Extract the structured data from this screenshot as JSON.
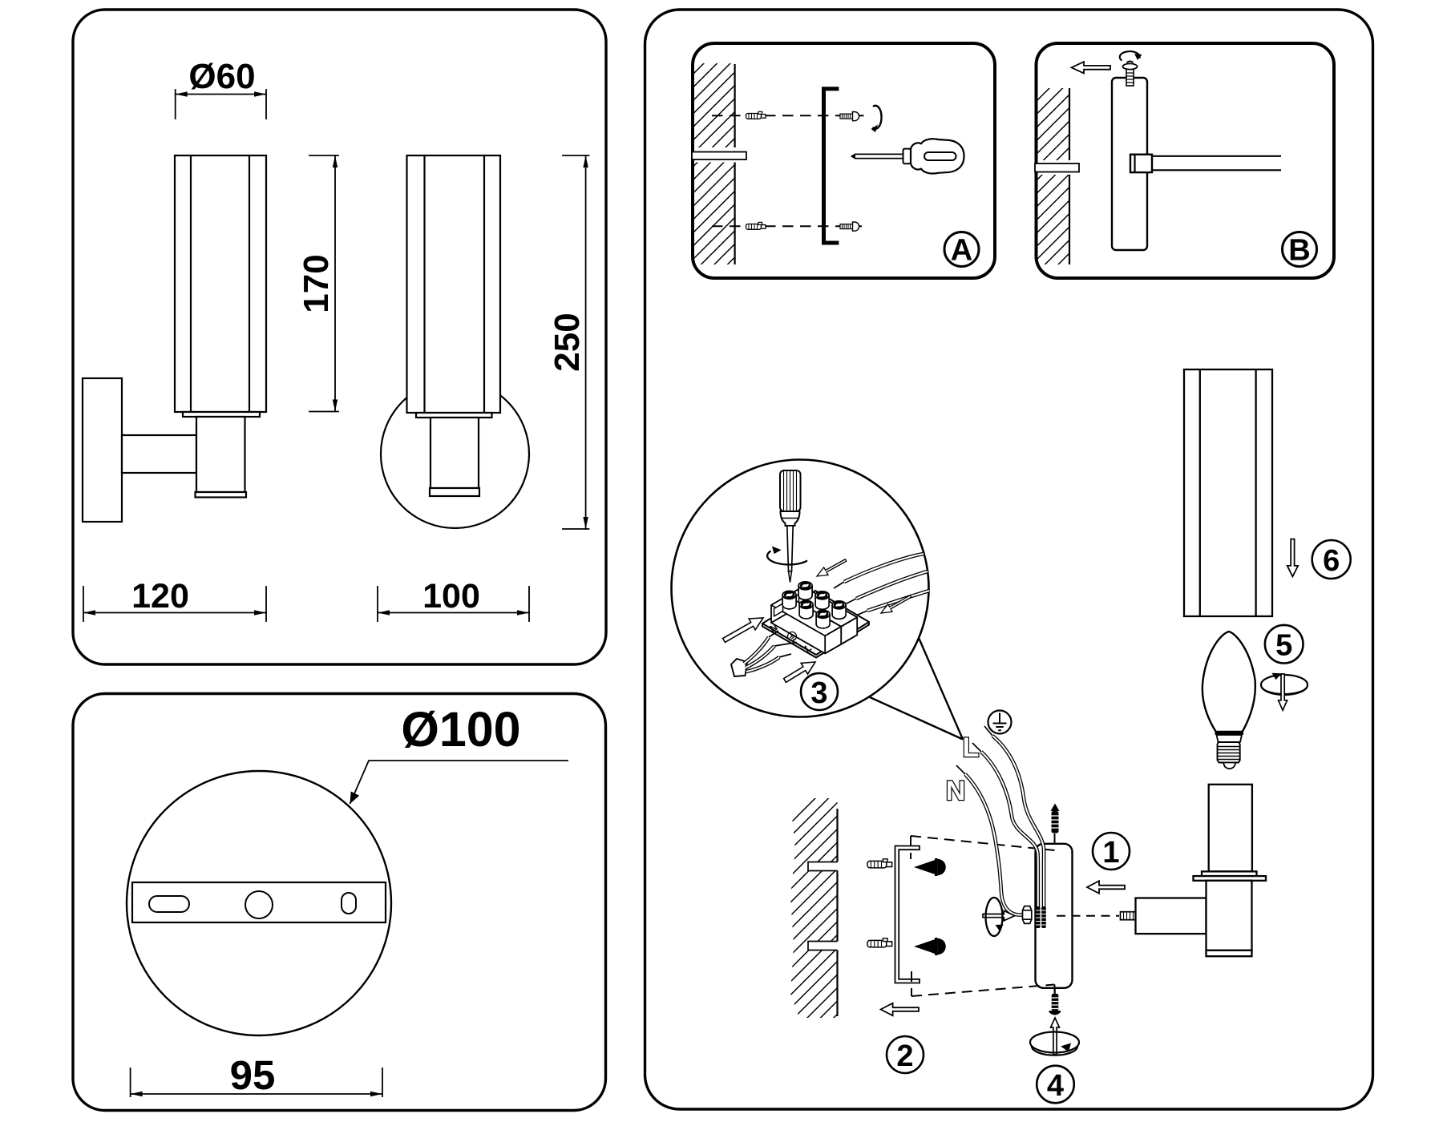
{
  "colors": {
    "ink": "#000000",
    "paper": "#ffffff"
  },
  "dims": {
    "shade_diameter": "Ø60",
    "shade_height": "170",
    "total_height": "250",
    "depth": "120",
    "width": "100",
    "plate_diameter": "Ø100",
    "hole_spacing": "95"
  },
  "steps": {
    "method_a": "A",
    "method_b": "B",
    "s1": "1",
    "s2": "2",
    "s3": "3",
    "s4": "4",
    "s5": "5",
    "s6": "6"
  },
  "wiring": {
    "live": "L",
    "neutral": "N",
    "terminal_neutral": "N",
    "terminal_live": "L"
  }
}
